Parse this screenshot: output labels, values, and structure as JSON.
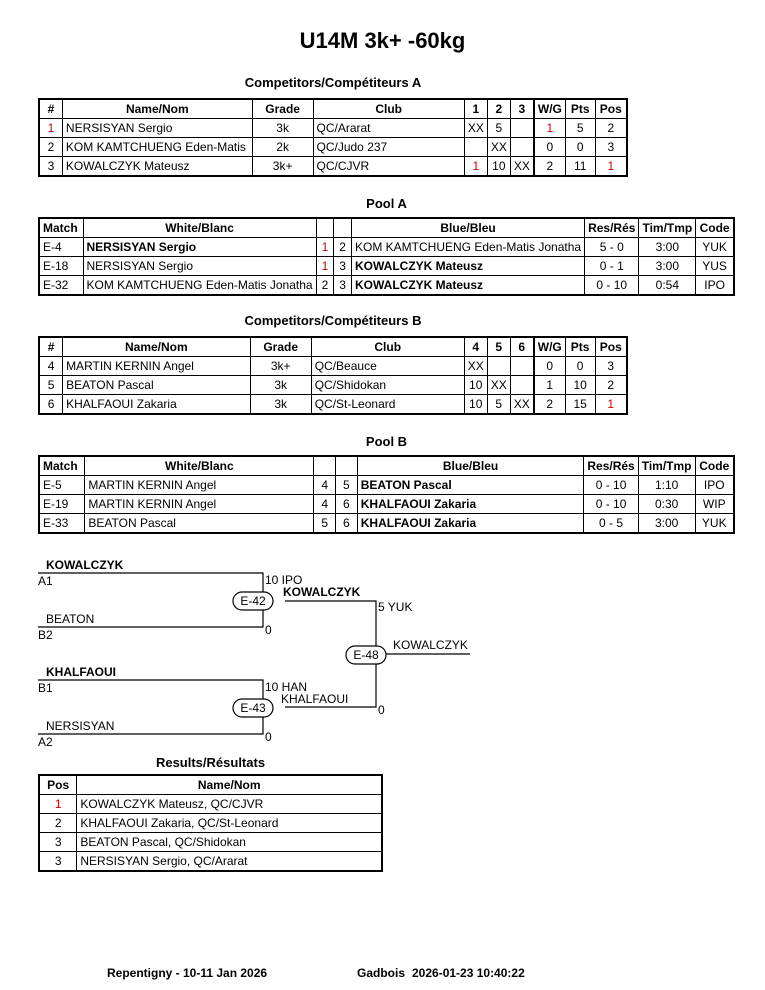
{
  "title": "U14M 3k+ -60kg",
  "poolA_comp": {
    "heading": "Competitors/Compétiteurs A",
    "headers": [
      "#",
      "Name/Nom",
      "Grade",
      "Club",
      "1",
      "2",
      "3",
      "W/G",
      "Pts",
      "Pos"
    ],
    "rows": [
      [
        "1",
        "NERSISYAN Sergio",
        "3k",
        "QC/Ararat",
        "XX",
        "5",
        "",
        "1",
        "5",
        "2"
      ],
      [
        "2",
        "KOM KAMTCHUENG Eden-Matis",
        "2k",
        "QC/Judo 237",
        "",
        "XX",
        "",
        "0",
        "0",
        "3"
      ],
      [
        "3",
        "KOWALCZYK Mateusz",
        "3k+",
        "QC/CJVR",
        "1",
        "10",
        "XX",
        "2",
        "11",
        "1"
      ]
    ]
  },
  "poolA_matches": {
    "heading": "Pool A",
    "headers": [
      "Match",
      "White/Blanc",
      "",
      "",
      "Blue/Bleu",
      "Res/Rés",
      "Tim/Tmp",
      "Code"
    ],
    "rows": [
      [
        "E-4",
        "NERSISYAN Sergio",
        "1",
        "2",
        "KOM KAMTCHUENG Eden-Matis Jonatha",
        "5 - 0",
        "3:00",
        "YUK"
      ],
      [
        "E-18",
        "NERSISYAN Sergio",
        "1",
        "3",
        "KOWALCZYK Mateusz",
        "0 - 1",
        "3:00",
        "YUS"
      ],
      [
        "E-32",
        "KOM KAMTCHUENG Eden-Matis Jonatha",
        "2",
        "3",
        "KOWALCZYK Mateusz",
        "0 - 10",
        "0:54",
        "IPO"
      ]
    ]
  },
  "poolB_comp": {
    "heading": "Competitors/Compétiteurs B",
    "headers": [
      "#",
      "Name/Nom",
      "Grade",
      "Club",
      "4",
      "5",
      "6",
      "W/G",
      "Pts",
      "Pos"
    ],
    "rows": [
      [
        "4",
        "MARTIN KERNIN Angel",
        "3k+",
        "QC/Beauce",
        "XX",
        "",
        "",
        "0",
        "0",
        "3"
      ],
      [
        "5",
        "BEATON Pascal",
        "3k",
        "QC/Shidokan",
        "10",
        "XX",
        "",
        "1",
        "10",
        "2"
      ],
      [
        "6",
        "KHALFAOUI Zakaria",
        "3k",
        "QC/St-Leonard",
        "10",
        "5",
        "XX",
        "2",
        "15",
        "1"
      ]
    ]
  },
  "poolB_matches": {
    "heading": "Pool B",
    "headers": [
      "Match",
      "White/Blanc",
      "",
      "",
      "Blue/Bleu",
      "Res/Rés",
      "Tim/Tmp",
      "Code"
    ],
    "rows": [
      [
        "E-5",
        "MARTIN KERNIN Angel",
        "4",
        "5",
        "BEATON Pascal",
        "0 - 10",
        "1:10",
        "IPO"
      ],
      [
        "E-19",
        "MARTIN KERNIN Angel",
        "4",
        "6",
        "KHALFAOUI Zakaria",
        "0 - 10",
        "0:30",
        "WIP"
      ],
      [
        "E-33",
        "BEATON Pascal",
        "5",
        "6",
        "KHALFAOUI Zakaria",
        "0 - 5",
        "3:00",
        "YUK"
      ]
    ]
  },
  "bracket": {
    "e42": {
      "match": "E-42",
      "top_name": "KOWALCZYK",
      "top_seed": "A1",
      "top_score": "10 IPO",
      "bottom_name": "BEATON",
      "bottom_seed": "B2",
      "bottom_score": "0",
      "winner": "KOWALCZYK"
    },
    "e43": {
      "match": "E-43",
      "top_name": "KHALFAOUI",
      "top_seed": "B1",
      "top_score": "10 HAN",
      "bottom_name": "NERSISYAN",
      "bottom_seed": "A2",
      "bottom_score": "0",
      "winner": "KHALFAOUI"
    },
    "e48": {
      "match": "E-48",
      "top_score": "5 YUK",
      "bottom_score": "0",
      "winner": "KOWALCZYK"
    }
  },
  "results": {
    "heading": "Results/Résultats",
    "headers": [
      "Pos",
      "Name/Nom"
    ],
    "rows": [
      [
        "1",
        "KOWALCZYK Mateusz, QC/CJVR"
      ],
      [
        "2",
        "KHALFAOUI Zakaria, QC/St-Leonard"
      ],
      [
        "3",
        "BEATON Pascal, QC/Shidokan"
      ],
      [
        "3",
        "NERSISYAN Sergio, QC/Ararat"
      ]
    ]
  },
  "footer": {
    "event": "Repentigny - 10-11 Jan 2026",
    "operator": "Gadbois",
    "timestamp": "2026-01-23 10:40:22"
  },
  "colors": {
    "winner_red": "#cc0000",
    "line": "#000000"
  }
}
